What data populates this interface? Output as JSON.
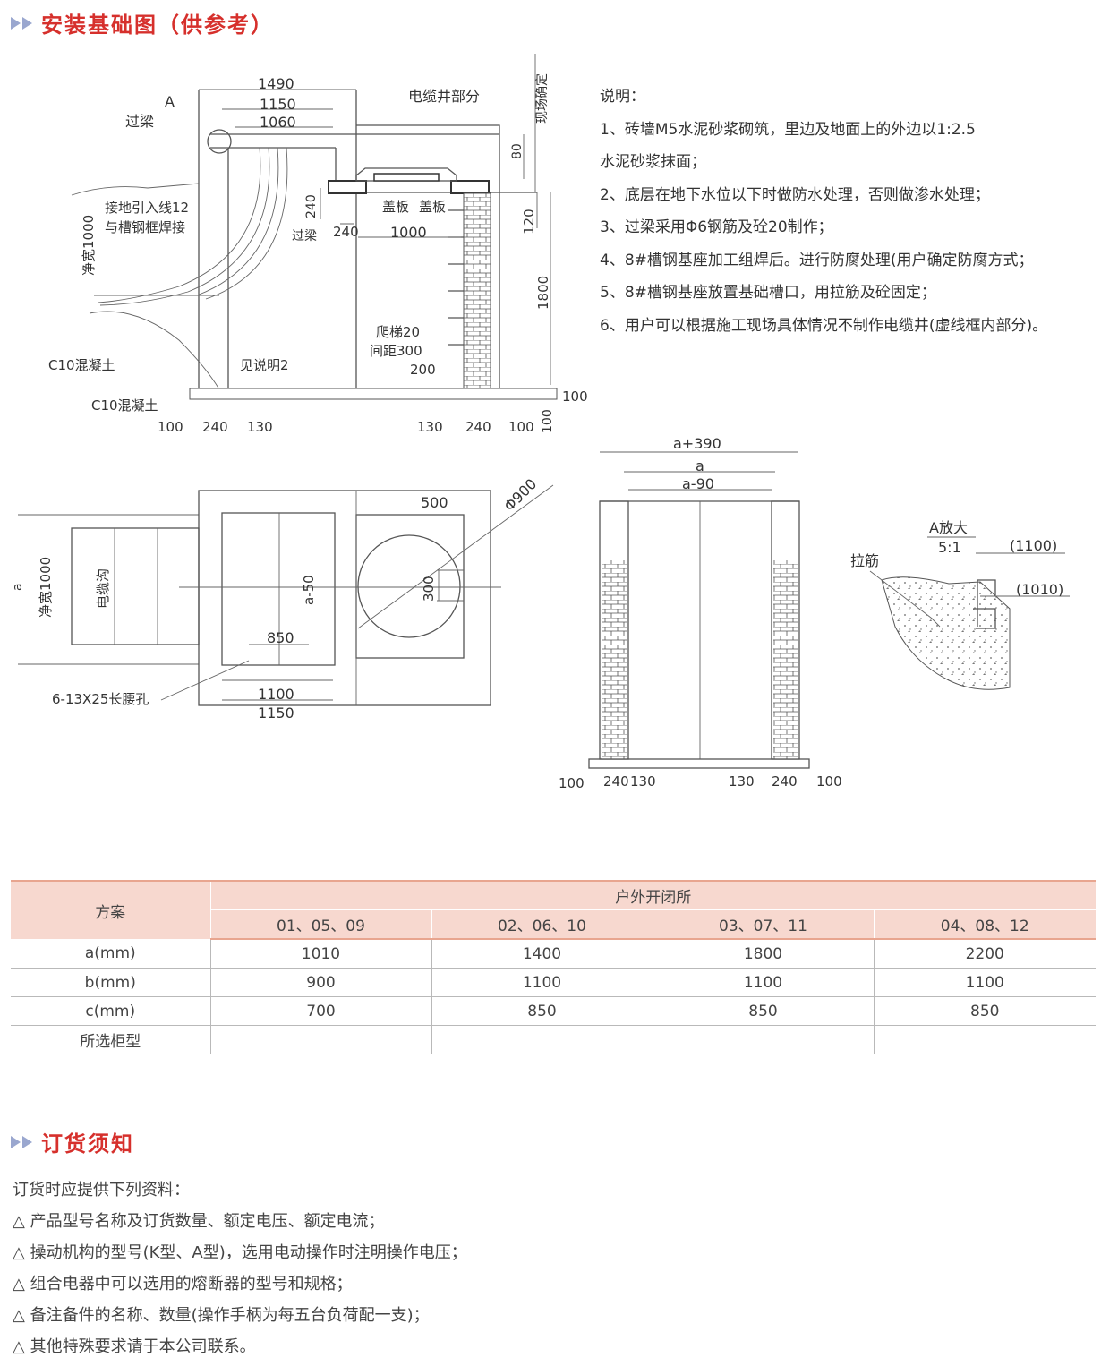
{
  "section1": {
    "title": "安装基础图（供参考）"
  },
  "drawing": {
    "labels": {
      "d1490": "1490",
      "d1150": "1150",
      "d1060": "1060",
      "A": "A",
      "guoliang": "过梁",
      "cable_well": "电缆井部分",
      "site_confirm": "现场确定",
      "d80": "80",
      "d120": "120",
      "d1800": "1800",
      "d240v": "240",
      "d240": "240",
      "d1000": "1000",
      "guoliang2": "过梁",
      "gaiban1": "盖板",
      "gaiban2": "盖板",
      "ground1": "接地引入线12",
      "ground2": "与槽钢框焊接",
      "net1000": "净宽1000",
      "ladder1": "爬梯20",
      "ladder2": "间距300",
      "d200": "200",
      "c10a": "C10混凝土",
      "seenote2": "见说明2",
      "c10b": "C10混凝土",
      "d100a": "100",
      "d240a": "240",
      "d130a": "130",
      "d130b": "130",
      "d240b": "240",
      "d100b": "100",
      "d100v": "100",
      "d100r": "100",
      "a": "a",
      "net1000b": "净宽1000",
      "trench": "电缆沟",
      "a50": "a-50",
      "d850": "850",
      "d500": "500",
      "phi900": "Φ900",
      "d300": "300",
      "d1100": "1100",
      "d1150b": "1150",
      "slot": "6-13X25长腰孔",
      "a390": "a+390",
      "a_top": "a",
      "a90": "a-90",
      "e100a": "100",
      "e240a": "240",
      "e130a": "130",
      "e130b": "130",
      "e240b": "240",
      "e100b": "100",
      "detailA": "A放大",
      "scale": "5:1",
      "lajin": "拉筋",
      "p1100": "(1100)",
      "p1010": "(1010)"
    }
  },
  "notes": {
    "heading": "说明：",
    "lines": [
      "1、砖墙M5水泥砂浆砌筑，里边及地面上的外边以1:2.5",
      "水泥砂浆抹面；",
      "2、底层在地下水位以下时做防水处理，否则做渗水处理；",
      "3、过梁采用Φ6钢筋及砼20制作；",
      "4、8#槽钢基座加工组焊后。进行防腐处理(用户确定防腐方式；",
      "5、8#槽钢基座放置基础槽口，用拉筋及砼固定；",
      "6、用户可以根据施工现场具体情况不制作电缆井(虚线框内部分)。"
    ]
  },
  "table": {
    "col0_header": "方案",
    "group_header": "户外开闭所",
    "columns": [
      "01、05、09",
      "02、06、10",
      "03、07、11",
      "04、08、12"
    ],
    "rows": [
      {
        "label": "a(mm)",
        "values": [
          "1010",
          "1400",
          "1800",
          "2200"
        ]
      },
      {
        "label": "b(mm)",
        "values": [
          "900",
          "1100",
          "1100",
          "1100"
        ]
      },
      {
        "label": "c(mm)",
        "values": [
          "700",
          "850",
          "850",
          "850"
        ]
      },
      {
        "label": "所选柜型",
        "values": [
          "",
          "",
          "",
          ""
        ]
      }
    ]
  },
  "section2": {
    "title": "订货须知"
  },
  "order": {
    "intro": "订货时应提供下列资料：",
    "items": [
      "△ 产品型号名称及订货数量、额定电压、额定电流；",
      "△ 操动机构的型号(K型、A型)，选用电动操作时注明操作电压；",
      "△ 组合电器中可以选用的熔断器的型号和规格；",
      "△ 备注备件的名称、数量(操作手柄为每五台负荷配一支)；",
      "△ 其他特殊要求请于本公司联系。"
    ]
  },
  "colors": {
    "title_red": "#d6302c",
    "table_header_bg": "#f7d8cf",
    "table_header_border": "#e8a58f",
    "arrow_blue": "#9aa7cf"
  }
}
